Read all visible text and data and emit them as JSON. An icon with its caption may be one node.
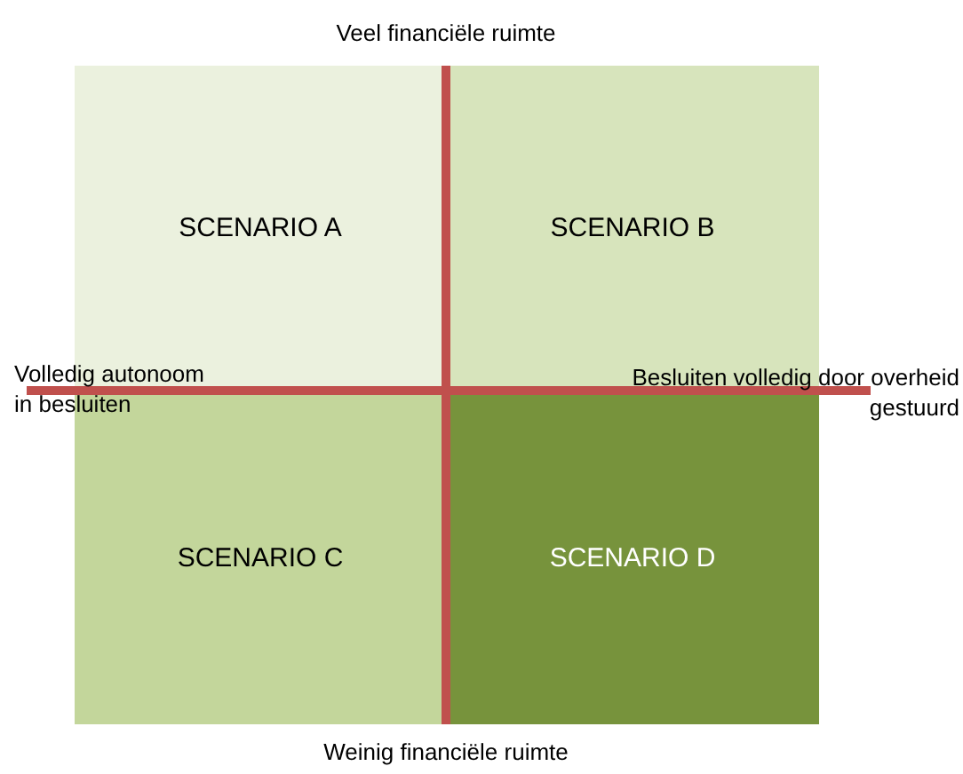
{
  "diagram": {
    "nodes": [
      {
        "text": [
          "SCENARIO A"
        ]
      },
      {
        "text": [
          "SCENARIO B"
        ]
      },
      {
        "text": [
          "SCENARIO C"
        ]
      },
      {
        "text": [
          "SCENARIO D"
        ]
      }
    ],
    "labels": [
      "Veel financiële ruimte",
      "Volledig autonoom in besluiten",
      "Besluiten volledig door overheid gestuurd",
      "Weinig financiële ruimte"
    ]
  }
}
